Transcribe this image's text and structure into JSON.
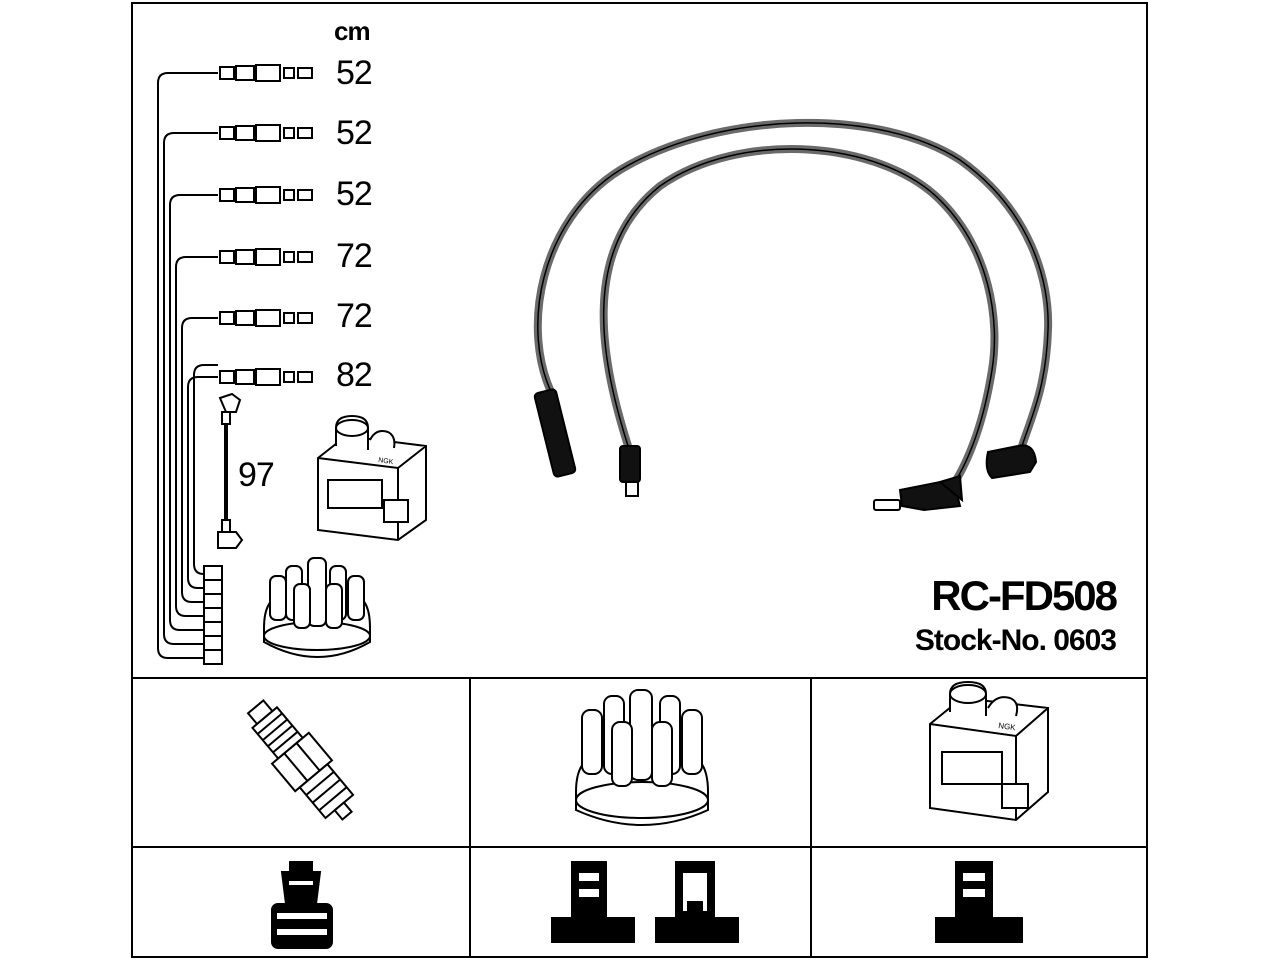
{
  "diagram": {
    "unit_label": "cm",
    "lengths": [
      "52",
      "52",
      "52",
      "72",
      "72",
      "82"
    ],
    "coil_lead_length": "97",
    "model": "RC-FD508",
    "stock_label": "Stock-No. 0603"
  },
  "icons": {
    "ignition_lead_set": "ignition-lead-set-icon",
    "ignition_coil": "ignition-coil-icon",
    "distributor_cap": "distributor-cap-icon",
    "spark_plug": "spark-plug-icon",
    "plug_terminal": "plug-terminal-icon",
    "cap_terminal": "cap-terminal-icon",
    "coil_terminal": "coil-terminal-icon"
  }
}
